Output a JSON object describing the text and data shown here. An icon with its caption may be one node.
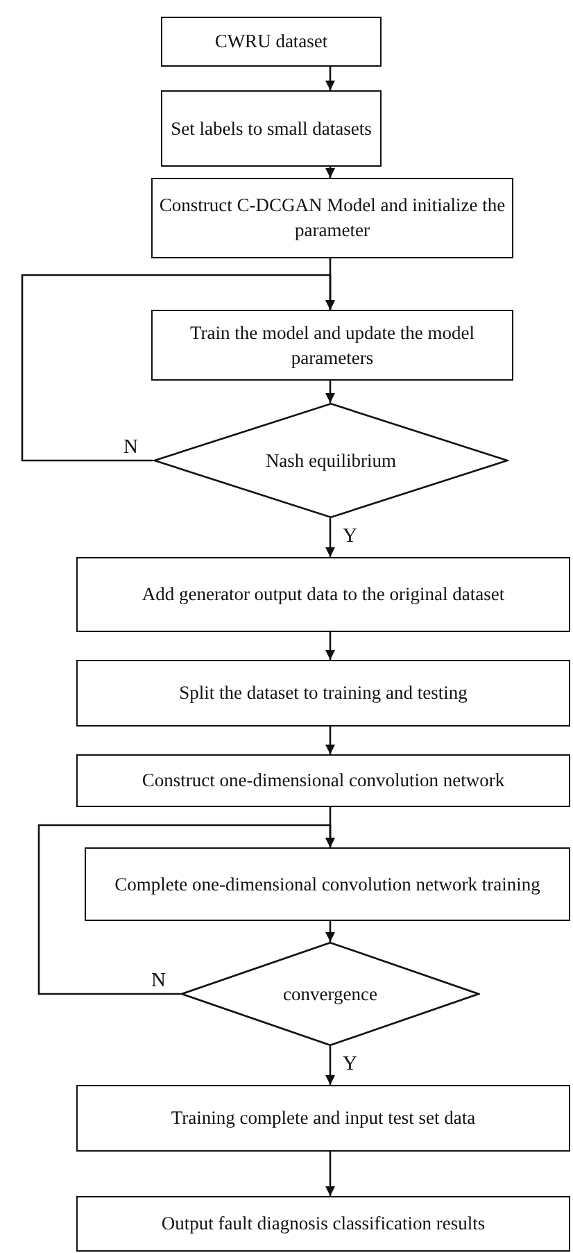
{
  "diagram": {
    "nodes": [
      {
        "text": [
          "CWRU dataset"
        ]
      },
      {
        "text": [
          "Set labels to small datasets"
        ]
      },
      {
        "text": [
          "Construct C-DCGAN Model and initialize the parameter"
        ]
      },
      {
        "text": [
          "Train the model and update the model parameters"
        ]
      },
      {
        "text": [
          "Nash equilibrium"
        ]
      },
      {
        "text": [
          "Add generator output data to the original dataset"
        ]
      },
      {
        "text": [
          "Split the dataset to training and testing"
        ]
      },
      {
        "text": [
          "Construct one-dimensional convolution network"
        ]
      },
      {
        "text": [
          "Complete one-dimensional convolution network training"
        ]
      },
      {
        "text": [
          "convergence"
        ]
      },
      {
        "text": [
          "Training complete and input test set data"
        ]
      },
      {
        "text": [
          "Output fault diagnosis classification results"
        ]
      }
    ],
    "edges": [
      {
        "from": 0,
        "to": 1,
        "arrow": "to"
      },
      {
        "from": 1,
        "to": 2,
        "arrow": "to"
      },
      {
        "from": 2,
        "to": 3,
        "arrow": "to"
      },
      {
        "from": 3,
        "to": 4,
        "arrow": "to"
      },
      {
        "from": 4,
        "to": 3,
        "arrow": "to",
        "label": "N"
      },
      {
        "from": 4,
        "to": 5,
        "arrow": "to",
        "label": "Y"
      },
      {
        "from": 5,
        "to": 6,
        "arrow": "to"
      },
      {
        "from": 6,
        "to": 7,
        "arrow": "to"
      },
      {
        "from": 7,
        "to": 8,
        "arrow": "to"
      },
      {
        "from": 8,
        "to": 9,
        "arrow": "to"
      },
      {
        "from": 9,
        "to": 8,
        "arrow": "to",
        "label": "N"
      },
      {
        "from": 9,
        "to": 10,
        "arrow": "to",
        "label": "Y"
      },
      {
        "from": 10,
        "to": 11,
        "arrow": "to"
      }
    ]
  }
}
